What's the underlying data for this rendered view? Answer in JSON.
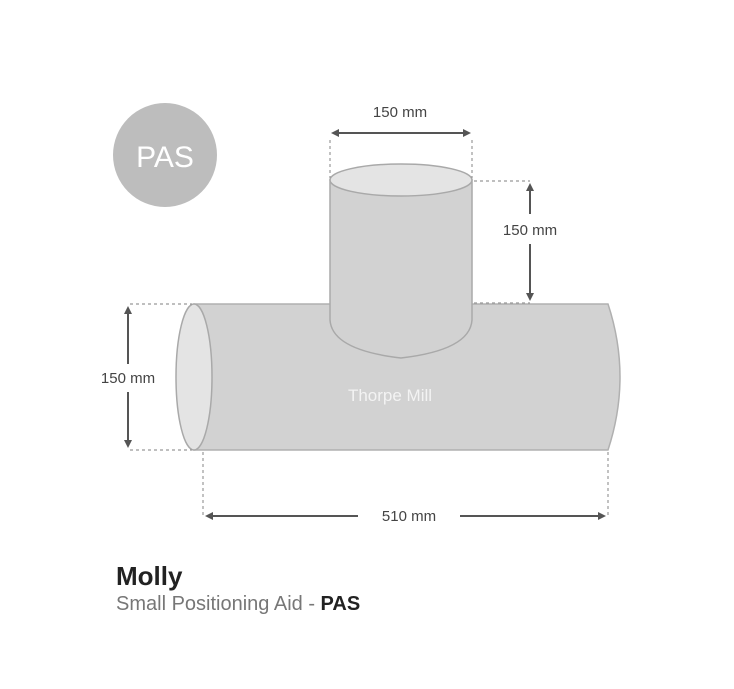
{
  "badge": {
    "label": "PAS",
    "color": "#bdbdbd"
  },
  "dimensions": {
    "top_width": "150 mm",
    "top_height": "150 mm",
    "body_diameter": "150 mm",
    "body_length": "510 mm"
  },
  "brand_label": "Thorpe Mill",
  "product": {
    "name": "Molly",
    "description": "Small Positioning Aid - ",
    "code": "PAS"
  },
  "colors": {
    "body": "#d2d2d2",
    "end_cap": "#e4e4e4",
    "outline": "#a9a9a9",
    "arrow": "#555555"
  }
}
